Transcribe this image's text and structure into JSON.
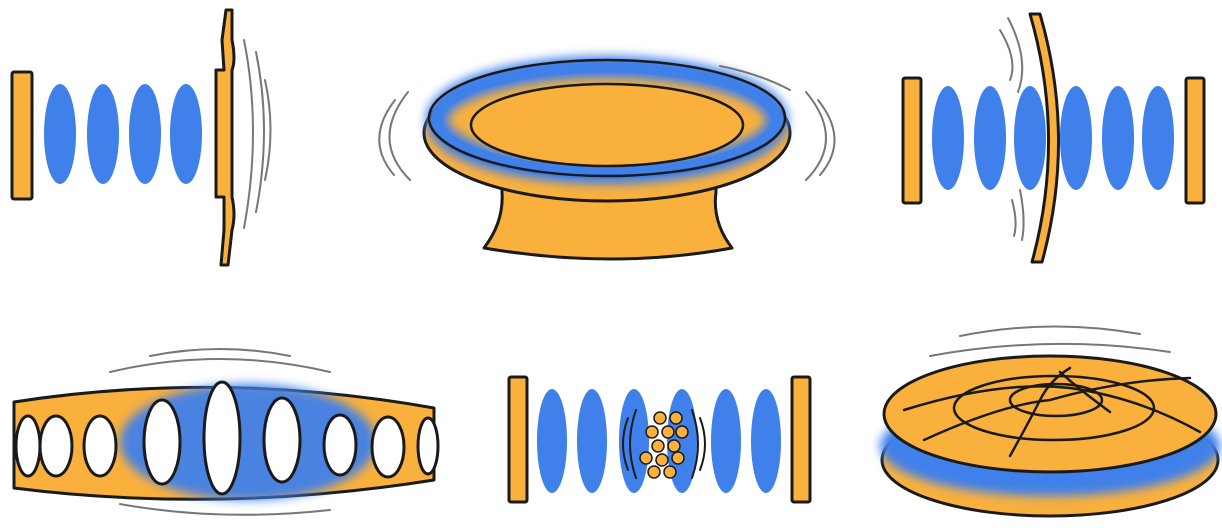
{
  "colors": {
    "orange": "#F9B03D",
    "blue": "#3F80EA",
    "outline": "#1A1A1A",
    "motion": "#777777",
    "background": "#FFFFFF"
  },
  "panels": [
    {
      "id": "fabry-perot-membrane",
      "icon": "fabry-perot-cavity-with-flexible-mirror"
    },
    {
      "id": "microtoroid-resonator",
      "icon": "whispering-gallery-toroid-on-pedestal"
    },
    {
      "id": "membrane-in-the-middle",
      "icon": "fabry-perot-cavity-with-center-membrane"
    },
    {
      "id": "optomechanical-crystal",
      "icon": "photonic-crystal-nanobeam"
    },
    {
      "id": "levitated-nanoparticle",
      "icon": "trapped-particle-in-cavity"
    },
    {
      "id": "microdisk-resonator",
      "icon": "microdisk-with-mechanical-modes"
    }
  ]
}
